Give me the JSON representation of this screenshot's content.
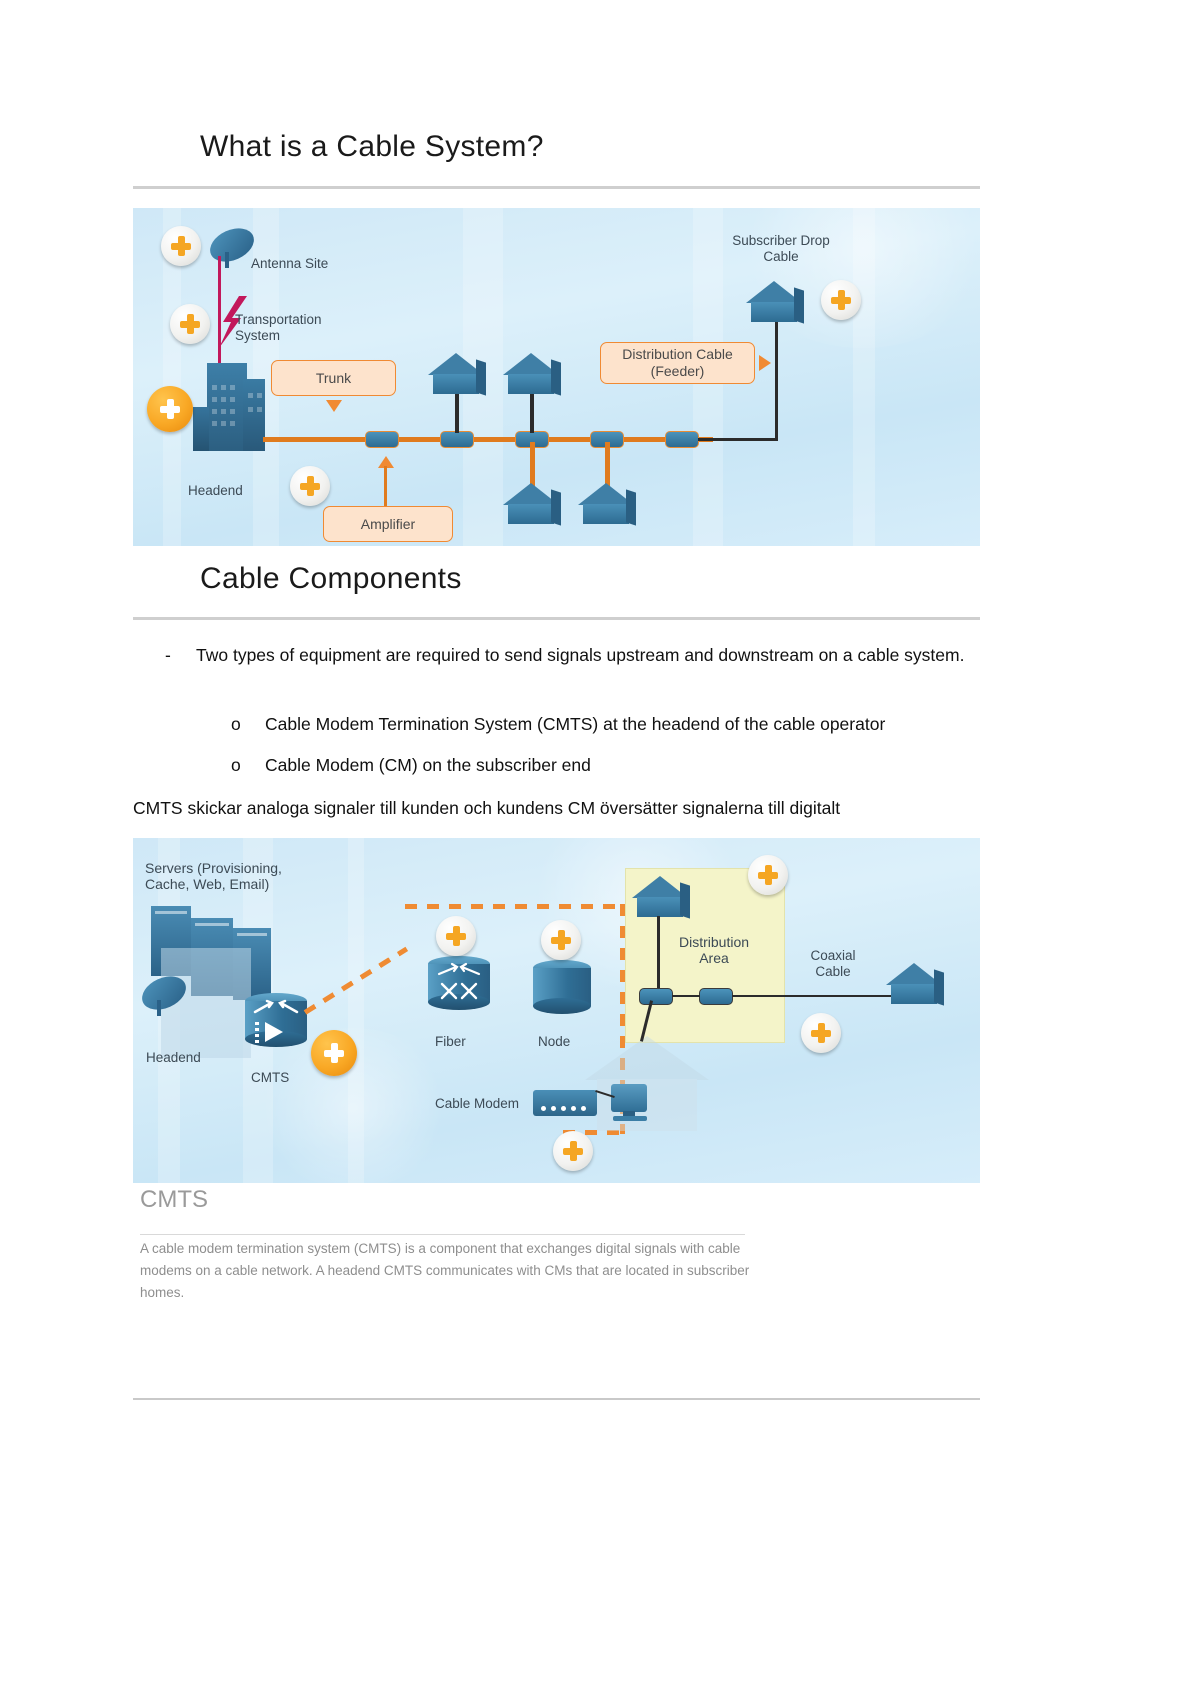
{
  "document": {
    "title": "What is a Cable System?",
    "section_heading": "Cable Components"
  },
  "figure1": {
    "alt_name": "cable-system-overview-diagram",
    "labels": {
      "antenna_site": "Antenna Site",
      "transportation_system": "Transportation\nSystem",
      "headend": "Headend",
      "subscriber_drop_cable": "Subscriber Drop\nCable"
    },
    "callouts": {
      "trunk": "Trunk",
      "amplifier": "Amplifier",
      "distribution_cable": "Distribution Cable\n(Feeder)"
    }
  },
  "content": {
    "bullet_dash_marker": "-",
    "bullet_circle_marker": "o",
    "bullet_main": "Two types of equipment are required to send signals upstream and downstream on a cable system.",
    "sub_bullets": [
      "Cable Modem Termination System (CMTS) at the headend of the cable operator",
      "Cable Modem (CM) on the subscriber end"
    ],
    "swedish_note": "CMTS skickar analoga signaler till kunden och kundens CM översätter signalerna  till digitalt"
  },
  "figure2": {
    "alt_name": "cmts-network-diagram",
    "labels": {
      "servers": "Servers (Provisioning,\nCache, Web, Email)",
      "headend": "Headend",
      "cmts": "CMTS",
      "fiber": "Fiber",
      "node": "Node",
      "distribution_area": "Distribution\nArea",
      "coaxial_cable": "Coaxial\nCable",
      "cable_modem": "Cable Modem"
    }
  },
  "cmts_panel": {
    "title": "CMTS",
    "description": "A cable modem termination system (CMTS) is a component that exchanges digital signals with cable modems on a cable network. A headend CMTS communicates with CMs that are located in subscriber homes."
  },
  "colors": {
    "accent_orange": "#f08a33",
    "device_blue": "#2d6b91",
    "figure_bg": "#cfe8f7",
    "distribution_area": "#f4f4c9",
    "muted_text": "#8e8e8e"
  }
}
